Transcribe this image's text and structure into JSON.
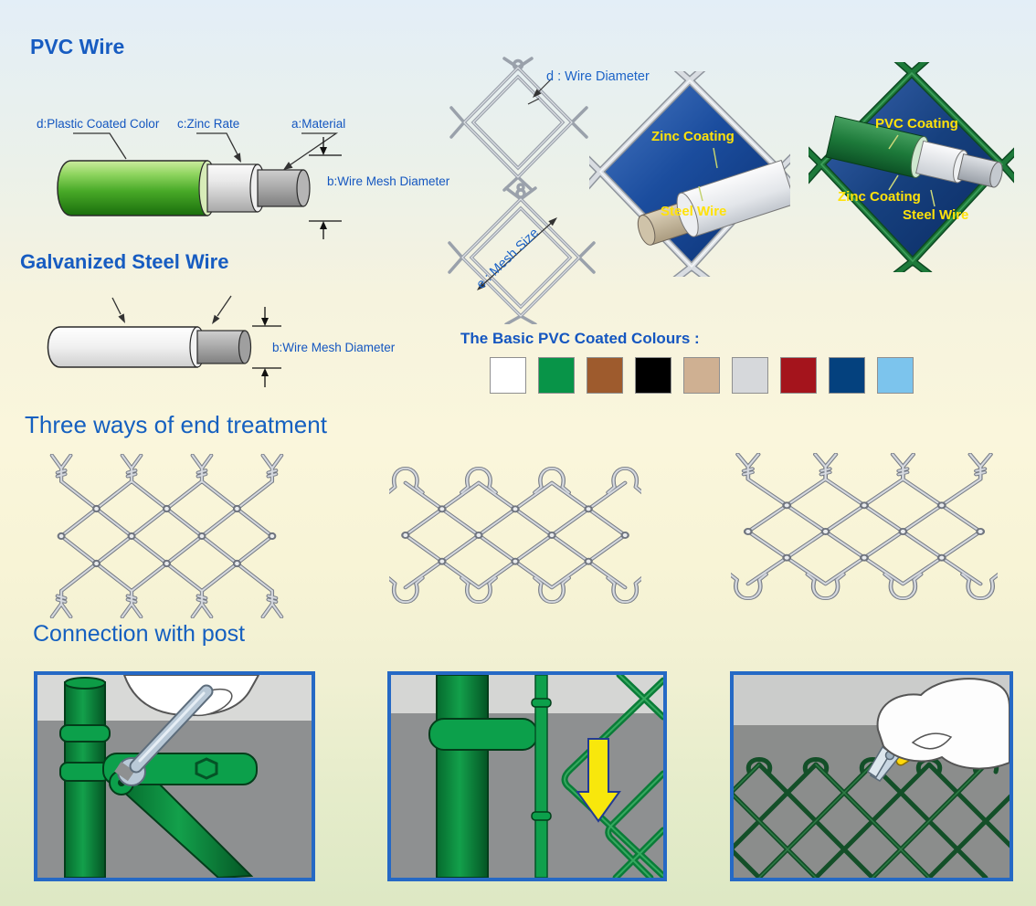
{
  "headings": {
    "pvc_wire": "PVC Wire",
    "galvanized": "Galvanized Steel Wire",
    "end_treatment": "Three ways of end treatment",
    "connection": "Connection with post"
  },
  "pvc_wire_diagram": {
    "label_d": "d:Plastic Coated Color",
    "label_c": "c:Zinc Rate",
    "label_a": "a:Material",
    "label_b": "b:Wire Mesh Diameter"
  },
  "galvanized_diagram": {
    "label_b": "b:Wire Mesh Diameter"
  },
  "mesh_dimensions": {
    "wire_diameter": "d : Wire Diameter",
    "mesh_size": "e : Mesh Size"
  },
  "zinc_wire_photo": {
    "label_zinc": "Zinc Coating",
    "label_steel": "Steel Wire"
  },
  "pvc_wire_photo": {
    "label_pvc": "PVC Coating",
    "label_zinc": "Zinc Coating",
    "label_steel": "Steel Wire"
  },
  "pvc_colours": {
    "title": "The Basic PVC Coated Colours :",
    "swatches": [
      {
        "name": "white",
        "hex": "#ffffff"
      },
      {
        "name": "green",
        "hex": "#089448"
      },
      {
        "name": "brown",
        "hex": "#9e5b2d"
      },
      {
        "name": "black",
        "hex": "#000000"
      },
      {
        "name": "tan",
        "hex": "#cfb092"
      },
      {
        "name": "light-gray",
        "hex": "#d6d8db"
      },
      {
        "name": "dark-red",
        "hex": "#a4141c"
      },
      {
        "name": "navy-blue",
        "hex": "#04417e"
      },
      {
        "name": "sky-blue",
        "hex": "#7cc4ed"
      }
    ]
  },
  "end_treatment": {
    "variants": [
      {
        "name": "twisted-both-ends",
        "top": "twisted",
        "bottom": "twisted"
      },
      {
        "name": "knuckled-both-ends",
        "top": "knuckled",
        "bottom": "knuckled"
      },
      {
        "name": "twisted-top-knuckled-bottom",
        "top": "twisted",
        "bottom": "knuckled"
      }
    ]
  },
  "connection_panels": [
    {
      "name": "bolt-clamp-with-wrench"
    },
    {
      "name": "mesh-slide-onto-tension-bar"
    },
    {
      "name": "tie-mesh-with-pliers"
    }
  ]
}
